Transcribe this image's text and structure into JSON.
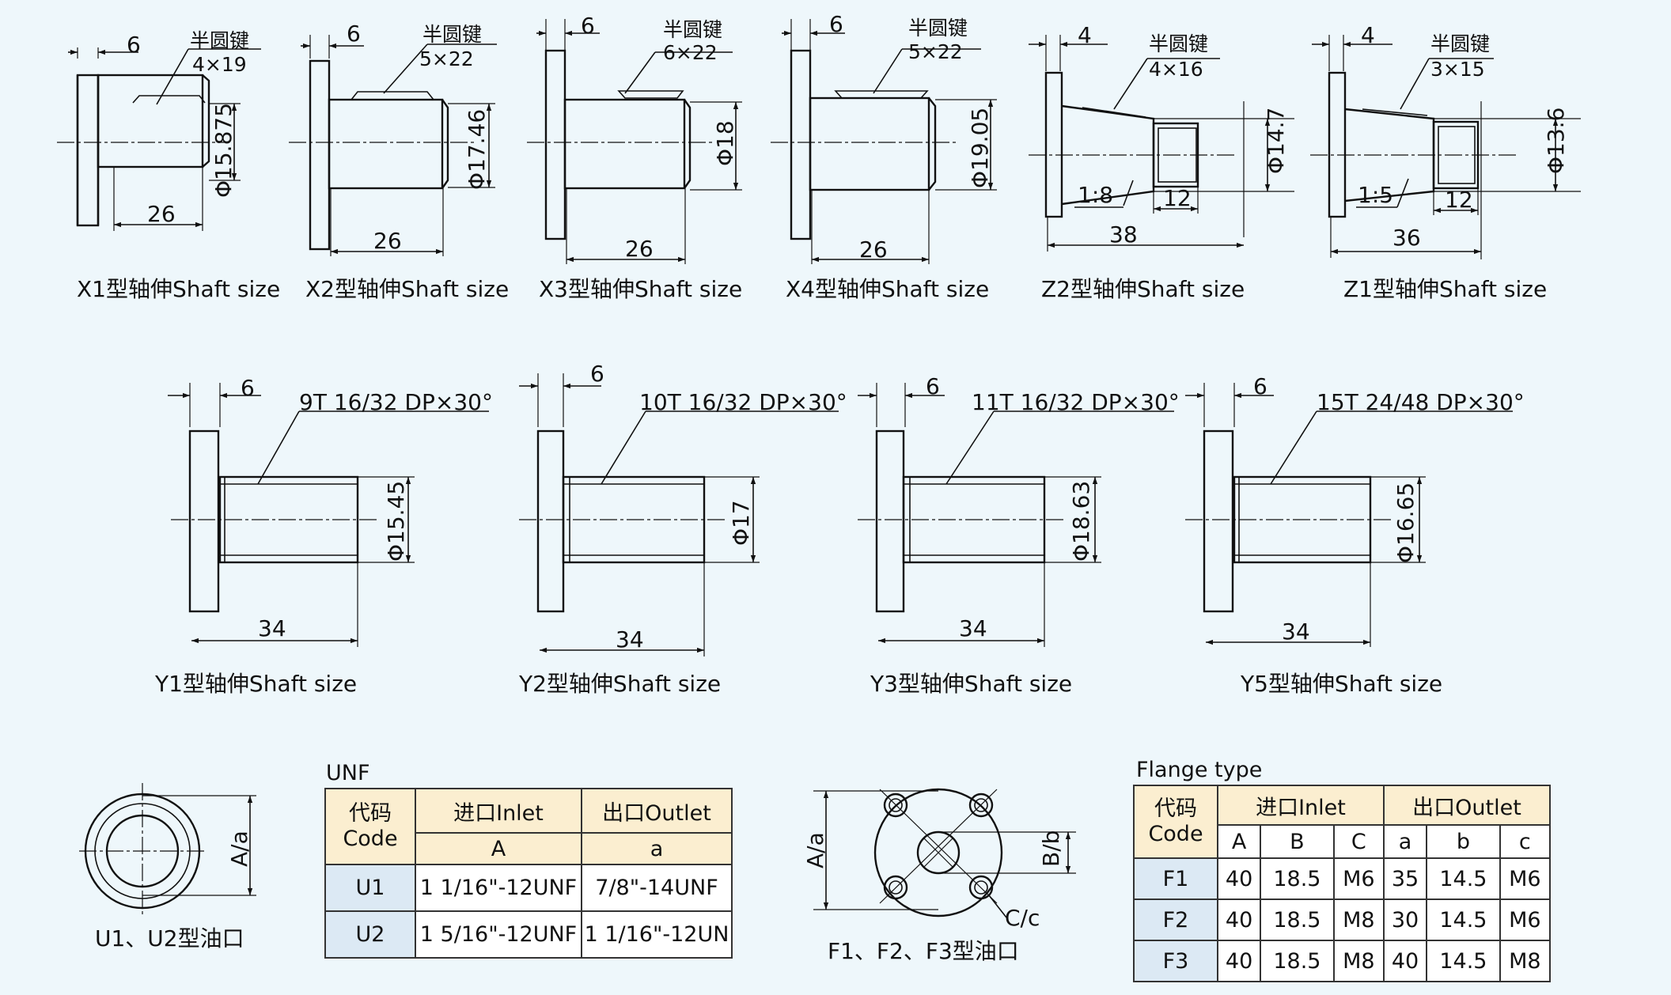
{
  "row1": [
    {
      "caption": "X1型轴伸Shaft size",
      "key_label": "半圆键",
      "key_size": "4×19",
      "dia": "Φ15.875",
      "len": "26",
      "off": "6"
    },
    {
      "caption": "X2型轴伸Shaft size",
      "key_label": "半圆键",
      "key_size": "5×22",
      "dia": "Φ17.46",
      "len": "26",
      "off": "6"
    },
    {
      "caption": "X3型轴伸Shaft size",
      "key_label": "半圆键",
      "key_size": "6×22",
      "dia": "Φ18",
      "len": "26",
      "off": "6"
    },
    {
      "caption": "X4型轴伸Shaft size",
      "key_label": "半圆键",
      "key_size": "5×22",
      "dia": "Φ19.05",
      "len": "26",
      "off": "6"
    },
    {
      "caption": "Z2型轴伸Shaft size",
      "key_label": "半圆键",
      "key_size": "4×16",
      "dia": "Φ14.7",
      "len": "38",
      "thread_len": "12",
      "taper": "1:8",
      "off": "4"
    },
    {
      "caption": "Z1型轴伸Shaft size",
      "key_label": "半圆键",
      "key_size": "3×15",
      "dia": "Φ13.6",
      "len": "36",
      "thread_len": "12",
      "taper": "1:5",
      "off": "4"
    }
  ],
  "row2": [
    {
      "caption": "Y1型轴伸Shaft size",
      "spline": "9T 16/32 DP×30°",
      "dia": "Φ15.45",
      "len": "34",
      "off": "6"
    },
    {
      "caption": "Y2型轴伸Shaft size",
      "spline": "10T 16/32 DP×30°",
      "dia": "Φ17",
      "len": "34",
      "off": "6"
    },
    {
      "caption": "Y3型轴伸Shaft size",
      "spline": "11T 16/32 DP×30°",
      "dia": "Φ18.63",
      "len": "34",
      "off": "6"
    },
    {
      "caption": "Y5型轴伸Shaft size",
      "spline": "15T 24/48 DP×30°",
      "dia": "Φ16.65",
      "len": "34",
      "off": "6"
    }
  ],
  "u_port": {
    "caption": "U1、U2型油口",
    "dim": "A/a"
  },
  "f_port": {
    "caption": "F1、F2、F3型油口",
    "dim_a": "A/a",
    "dim_b": "B/b",
    "dim_c": "C/c"
  },
  "unf_table": {
    "title": "UNF",
    "code_header": "代码\nCode",
    "inlet_header": "进口Inlet",
    "outlet_header": "出口Outlet",
    "sub": [
      "A",
      "a"
    ],
    "rows": [
      {
        "code": "U1",
        "inlet": "1 1/16\"-12UNF",
        "outlet": "7/8\"-14UNF"
      },
      {
        "code": "U2",
        "inlet": "1 5/16\"-12UNF",
        "outlet": "1 1/16\"-12UN"
      }
    ]
  },
  "flange_table": {
    "title": "Flange type",
    "code_header": "代码\nCode",
    "inlet_header": "进口Inlet",
    "outlet_header": "出口Outlet",
    "sub": [
      "A",
      "B",
      "C",
      "a",
      "b",
      "c"
    ],
    "rows": [
      {
        "code": "F1",
        "v": [
          "40",
          "18.5",
          "M6",
          "35",
          "14.5",
          "M6"
        ]
      },
      {
        "code": "F2",
        "v": [
          "40",
          "18.5",
          "M8",
          "30",
          "14.5",
          "M6"
        ]
      },
      {
        "code": "F3",
        "v": [
          "40",
          "18.5",
          "M8",
          "40",
          "14.5",
          "M8"
        ]
      }
    ]
  }
}
